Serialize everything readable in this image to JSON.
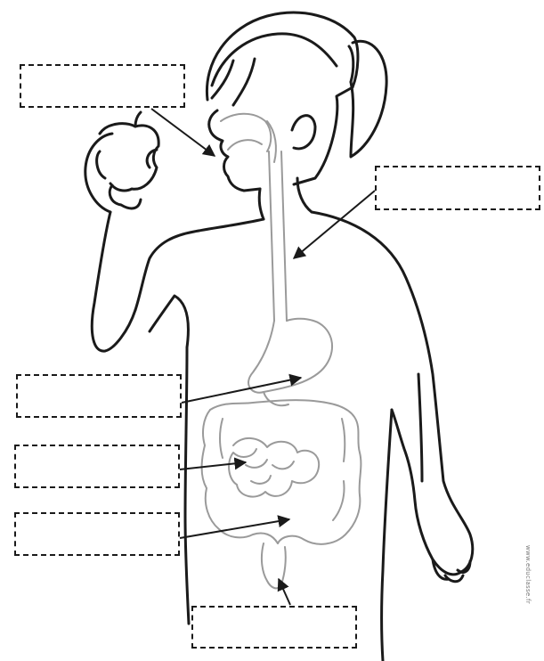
{
  "worksheet": {
    "watermark_text": "www.educlasse.fr",
    "line_color": "#1a1a1a",
    "organ_color": "#9a9a9a",
    "label_boxes": [
      {
        "target": "mouth",
        "text": ""
      },
      {
        "target": "esophagus",
        "text": ""
      },
      {
        "target": "stomach",
        "text": ""
      },
      {
        "target": "small intestine",
        "text": ""
      },
      {
        "target": "large intestine",
        "text": ""
      },
      {
        "target": "anus",
        "text": ""
      }
    ]
  }
}
